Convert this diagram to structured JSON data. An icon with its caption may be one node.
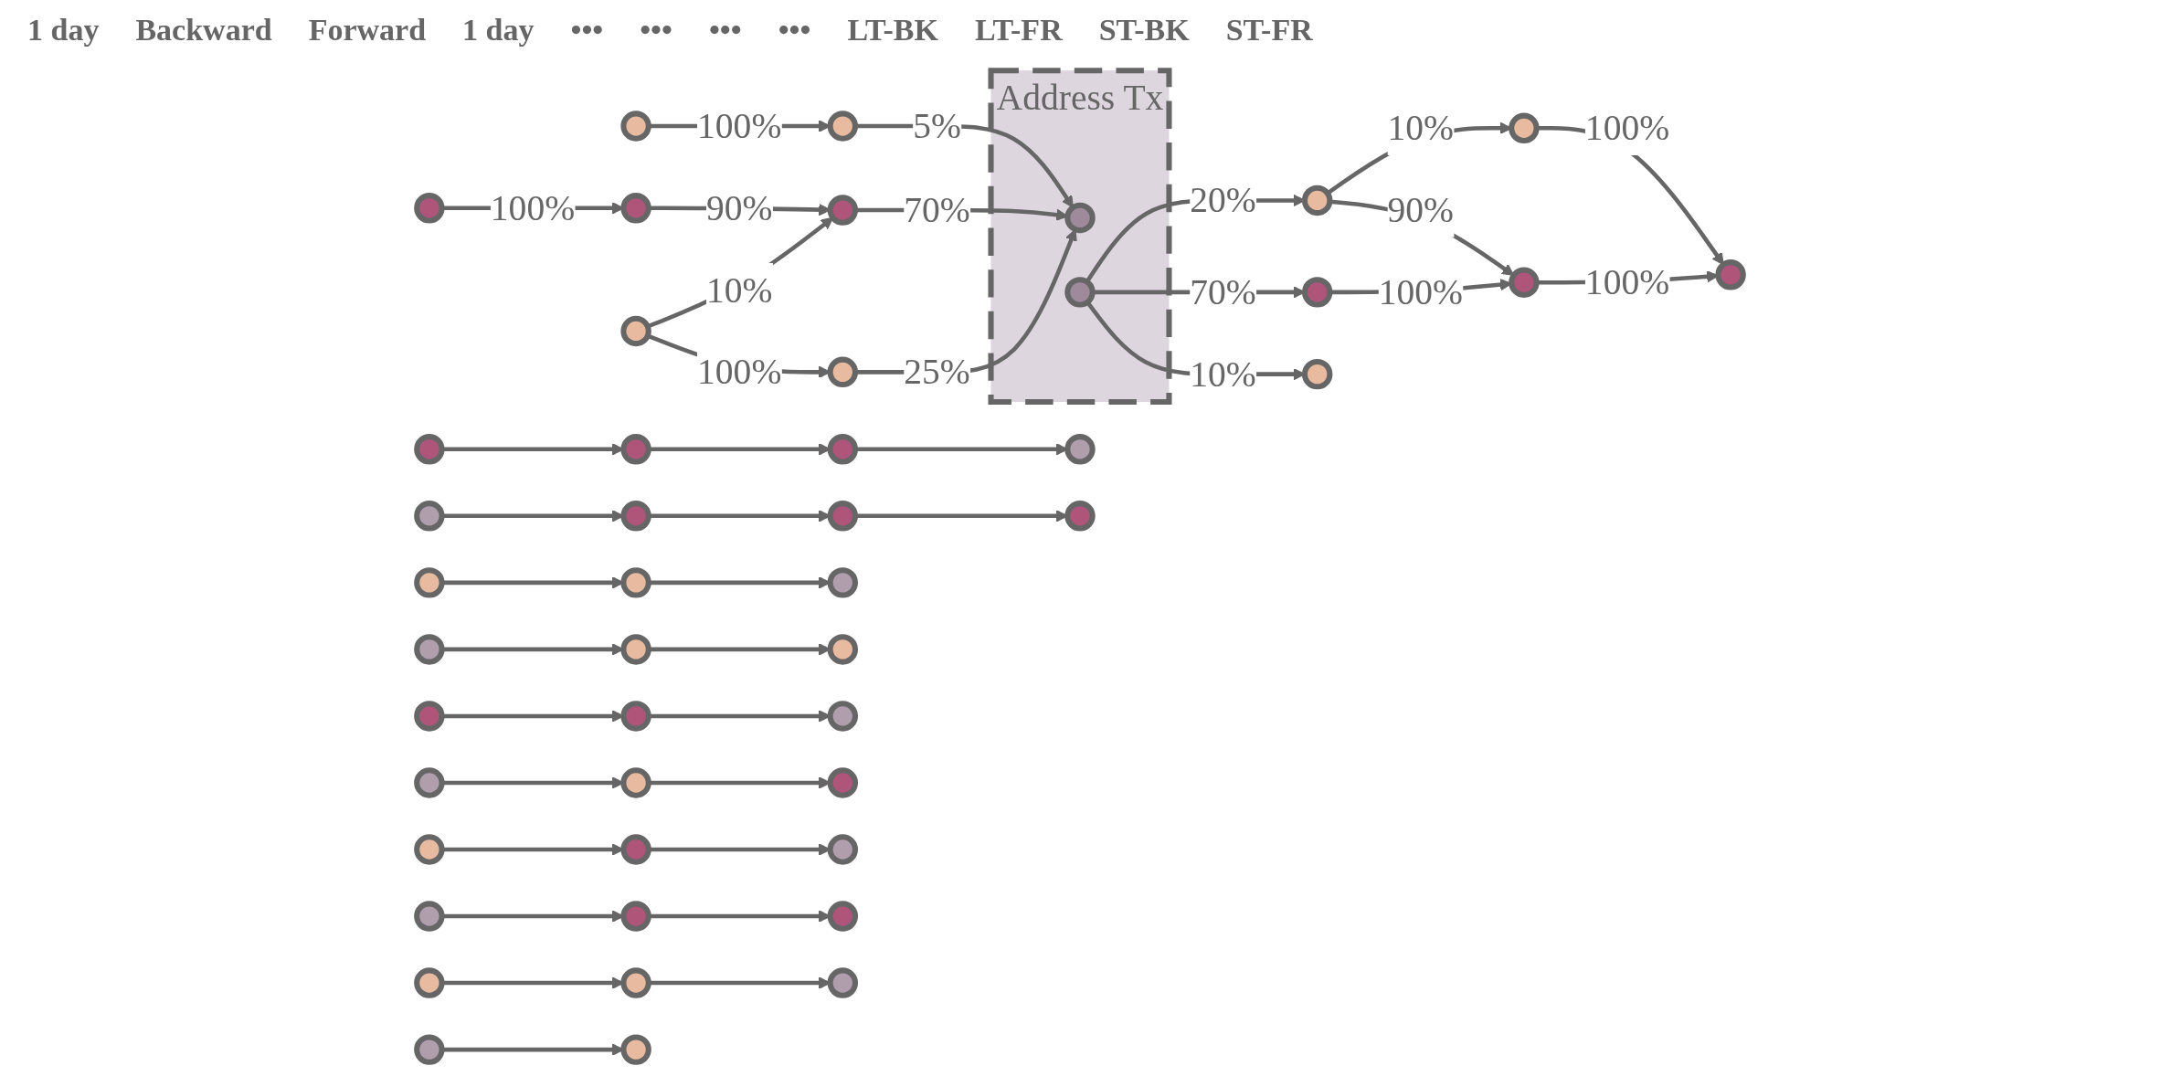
{
  "diagram": {
    "nodes": [
      {
        "text": [],
        "shape": "circle"
      },
      {
        "text": [],
        "shape": "circle"
      },
      {
        "text": [],
        "shape": "circle"
      },
      {
        "text": [],
        "shape": "circle"
      },
      {
        "text": [],
        "shape": "circle"
      },
      {
        "text": [],
        "shape": "circle"
      },
      {
        "text": [],
        "shape": "circle"
      },
      {
        "text": [
          "Address Tx"
        ]
      },
      {
        "text": [],
        "shape": "circle",
        "in": 7
      },
      {
        "text": [],
        "shape": "circle",
        "in": 7
      },
      {
        "text": [],
        "shape": "circle"
      },
      {
        "text": [],
        "shape": "circle"
      },
      {
        "text": [],
        "shape": "circle"
      },
      {
        "text": [],
        "shape": "circle"
      },
      {
        "text": [],
        "shape": "circle"
      },
      {
        "text": [],
        "shape": "circle"
      },
      {
        "text": [],
        "shape": "circle"
      },
      {
        "text": [],
        "shape": "circle"
      },
      {
        "text": [],
        "shape": "circle"
      },
      {
        "text": [],
        "shape": "circle"
      },
      {
        "text": [],
        "shape": "circle"
      },
      {
        "text": [],
        "shape": "circle"
      },
      {
        "text": [],
        "shape": "circle"
      },
      {
        "text": [],
        "shape": "circle"
      },
      {
        "text": [],
        "shape": "circle"
      },
      {
        "text": [],
        "shape": "circle"
      },
      {
        "text": [],
        "shape": "circle"
      },
      {
        "text": [],
        "shape": "circle"
      },
      {
        "text": [],
        "shape": "circle"
      },
      {
        "text": [],
        "shape": "circle"
      },
      {
        "text": [],
        "shape": "circle"
      },
      {
        "text": [],
        "shape": "circle"
      },
      {
        "text": [],
        "shape": "circle"
      },
      {
        "text": [],
        "shape": "circle"
      },
      {
        "text": [],
        "shape": "circle"
      },
      {
        "text": [],
        "shape": "circle"
      },
      {
        "text": [],
        "shape": "circle"
      },
      {
        "text": [],
        "shape": "circle"
      },
      {
        "text": [],
        "shape": "circle"
      },
      {
        "text": [],
        "shape": "circle"
      },
      {
        "text": [],
        "shape": "circle"
      },
      {
        "text": [],
        "shape": "circle"
      },
      {
        "text": [],
        "shape": "circle"
      },
      {
        "text": [],
        "shape": "circle"
      },
      {
        "text": [],
        "shape": "circle"
      },
      {
        "text": [],
        "shape": "circle"
      },
      {
        "text": [],
        "shape": "circle"
      }
    ],
    "edges": [
      {
        "from": 0,
        "to": 4,
        "label": "100%",
        "arrow": "to"
      },
      {
        "from": 1,
        "to": 2,
        "label": "100%",
        "arrow": "to"
      },
      {
        "from": 2,
        "to": 5,
        "label": "90%",
        "arrow": "to"
      },
      {
        "from": 3,
        "to": 5,
        "label": "10%",
        "arrow": "to"
      },
      {
        "from": 3,
        "to": 6,
        "label": "100%",
        "arrow": "to"
      },
      {
        "from": 4,
        "to": 8,
        "label": "5%",
        "arrow": "to"
      },
      {
        "from": 5,
        "to": 8,
        "label": "70%",
        "arrow": "to"
      },
      {
        "from": 6,
        "to": 8,
        "label": "25%",
        "arrow": "to"
      },
      {
        "from": 9,
        "to": 10,
        "label": "20%",
        "arrow": "to"
      },
      {
        "from": 9,
        "to": 11,
        "label": "70%",
        "arrow": "to"
      },
      {
        "from": 9,
        "to": 12,
        "label": "10%",
        "arrow": "to"
      },
      {
        "from": 10,
        "to": 13,
        "label": "10%",
        "arrow": "to"
      },
      {
        "from": 10,
        "to": 14,
        "label": "90%",
        "arrow": "to"
      },
      {
        "from": 11,
        "to": 14,
        "label": "100%",
        "arrow": "to"
      },
      {
        "from": 13,
        "to": 15,
        "label": "100%",
        "arrow": "to"
      },
      {
        "from": 14,
        "to": 15,
        "label": "100%",
        "arrow": "to"
      },
      {
        "from": 16,
        "to": 17,
        "arrow": "to"
      },
      {
        "from": 17,
        "to": 18,
        "arrow": "to"
      },
      {
        "from": 18,
        "to": 19,
        "arrow": "to"
      },
      {
        "from": 20,
        "to": 21,
        "arrow": "to"
      },
      {
        "from": 21,
        "to": 22,
        "arrow": "to"
      },
      {
        "from": 22,
        "to": 23,
        "arrow": "to"
      },
      {
        "from": 24,
        "to": 25,
        "arrow": "to"
      },
      {
        "from": 25,
        "to": 26,
        "arrow": "to"
      },
      {
        "from": 27,
        "to": 28,
        "arrow": "to"
      },
      {
        "from": 28,
        "to": 29,
        "arrow": "to"
      },
      {
        "from": 30,
        "to": 31,
        "arrow": "to"
      },
      {
        "from": 31,
        "to": 32,
        "arrow": "to"
      },
      {
        "from": 33,
        "to": 34,
        "arrow": "to"
      },
      {
        "from": 34,
        "to": 35,
        "arrow": "to"
      },
      {
        "from": 36,
        "to": 37,
        "arrow": "to"
      },
      {
        "from": 37,
        "to": 38,
        "arrow": "to"
      },
      {
        "from": 39,
        "to": 40,
        "arrow": "to"
      },
      {
        "from": 40,
        "to": 41,
        "arrow": "to"
      },
      {
        "from": 42,
        "to": 43,
        "arrow": "to"
      },
      {
        "from": 43,
        "to": 44,
        "arrow": "to"
      },
      {
        "from": 45,
        "to": 46,
        "arrow": "to"
      }
    ],
    "labels": [
      "1 day",
      "Backward",
      "Forward",
      "1 day",
      "•••",
      "•••",
      "•••",
      "•••",
      "LT-BK",
      "LT-FR",
      "ST-BK",
      "ST-FR"
    ]
  }
}
